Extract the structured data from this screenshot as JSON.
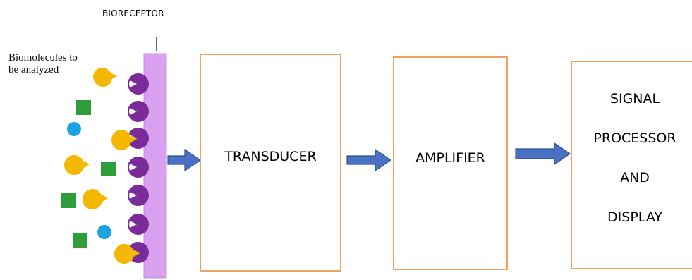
{
  "labels": {
    "bioreceptor": "BIORECEPTOR",
    "biomolecules_line1": "Biomolecules to",
    "biomolecules_line2": "be analyzed"
  },
  "blocks": {
    "transducer": "TRANSDUCER",
    "amplifier": "AMPLIFIER",
    "signal_processor_lines": [
      "SIGNAL",
      "PROCESSOR",
      "AND",
      "DISPLAY"
    ]
  },
  "colors": {
    "box_border": "#f0a060",
    "arrow": "#4a72c4",
    "arrow_stroke": "#2f4f8f",
    "bioreceptor_bar": "#d9a0f0",
    "receptor": "#7b2a9a",
    "analyte_yellow": "#f5b800",
    "analyte_green": "#2e9e3a",
    "analyte_blue": "#1aa3e0"
  }
}
